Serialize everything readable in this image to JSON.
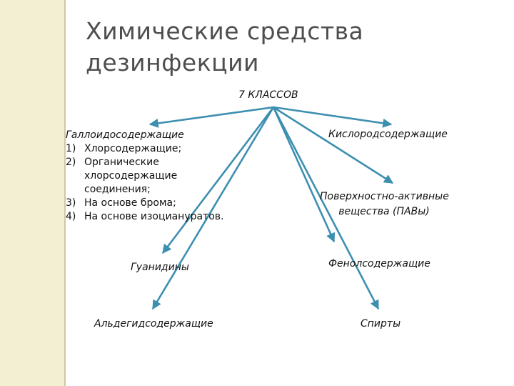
{
  "title": {
    "line1": "Химические средства",
    "line2": "дезинфекции"
  },
  "root": "7 КЛАССОВ",
  "classes": {
    "halogen": {
      "heading": "Галлоидосодержащие",
      "items": [
        {
          "num": "1)",
          "lines": [
            "Хлорсодержащие;"
          ]
        },
        {
          "num": "2)",
          "lines": [
            "Органические",
            "хлорсодержащие",
            "соединения;"
          ]
        },
        {
          "num": "3)",
          "lines": [
            "На основе брома;"
          ]
        },
        {
          "num": "4)",
          "lines": [
            "На основе изоциануратов."
          ]
        }
      ]
    },
    "oxygen": "Кислородсодержащие",
    "surfactant": {
      "line1": "Поверхностно-активные",
      "line2": "вещества (ПАВы)"
    },
    "guanidine": "Гуанидины",
    "phenol": "Фенолсодержащие",
    "aldehyde": "Альдегидсодержащие",
    "alcohol": "Спирты"
  },
  "colors": {
    "arrow": "#3d8fb0",
    "sidebar": "#f3efd2"
  }
}
